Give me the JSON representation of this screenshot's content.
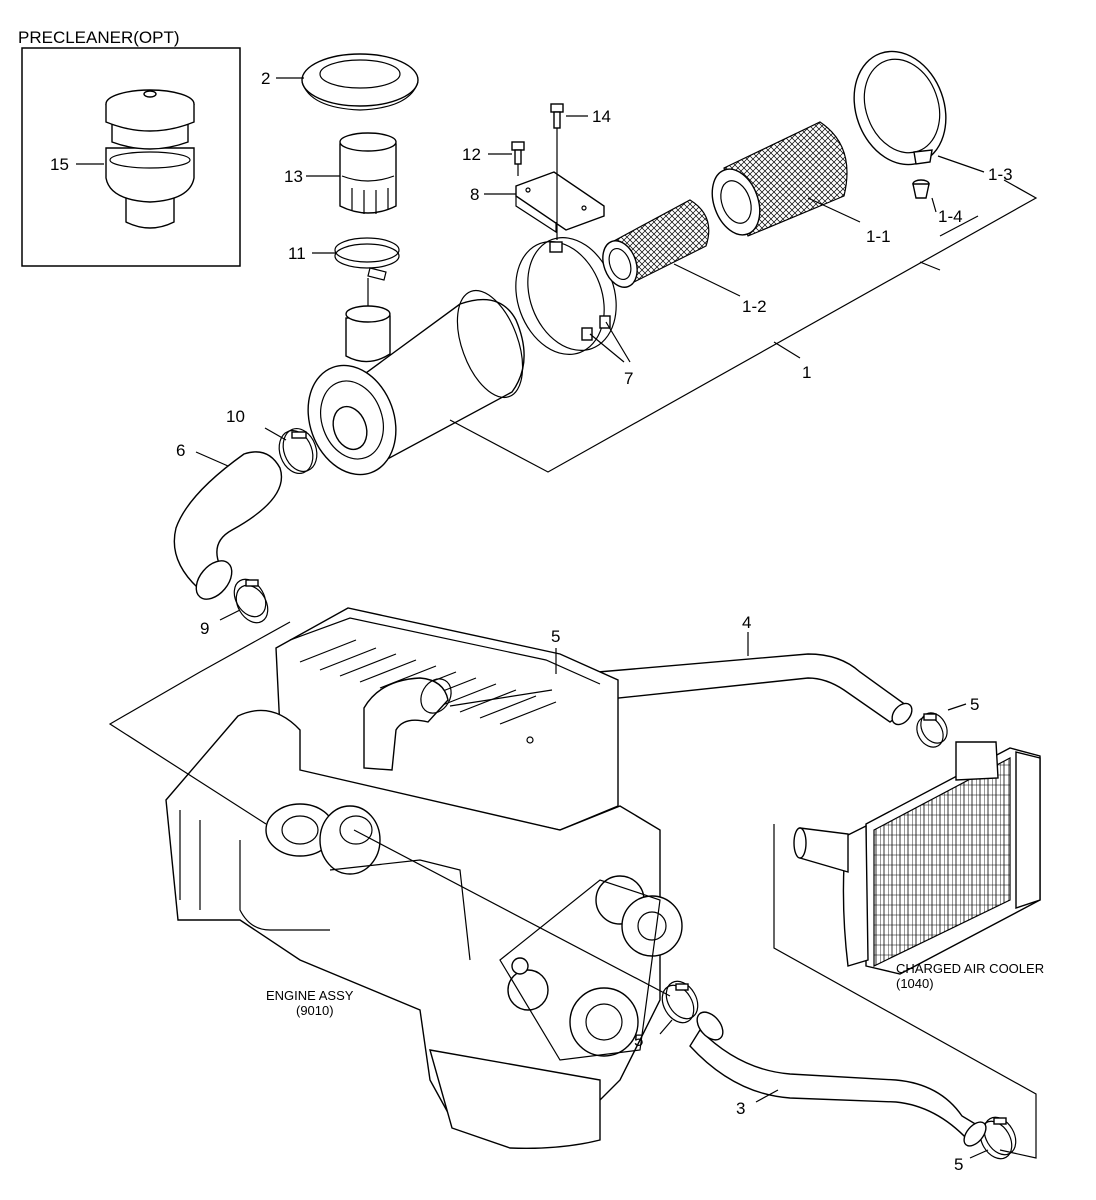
{
  "precleaner_title": "PRECLEANER(OPT)",
  "callouts": {
    "c15": "15",
    "c2": "2",
    "c13": "13",
    "c11": "11",
    "c14": "14",
    "c12": "12",
    "c8": "8",
    "c1_3": "1-3",
    "c1_4": "1-4",
    "c1_1": "1-1",
    "c1_2": "1-2",
    "c7": "7",
    "c1": "1",
    "c10": "10",
    "c6": "6",
    "c9": "9",
    "c5a": "5",
    "c4": "4",
    "c5b": "5",
    "c5c": "5",
    "c3": "3",
    "c5d": "5"
  },
  "captions": {
    "cooler_name": "CHARGED AIR COOLER",
    "cooler_ref": "(1040)",
    "engine_name": "ENGINE ASSY",
    "engine_ref": "(9010)"
  }
}
